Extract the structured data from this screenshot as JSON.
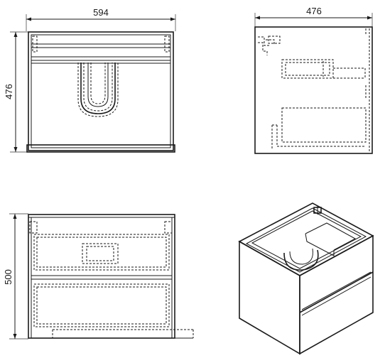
{
  "dimensions": {
    "top_view_width": "594",
    "top_view_depth": "476",
    "side_view_depth": "476",
    "front_view_height": "500"
  },
  "colors": {
    "line": "#1a1a1a",
    "background": "#ffffff"
  }
}
